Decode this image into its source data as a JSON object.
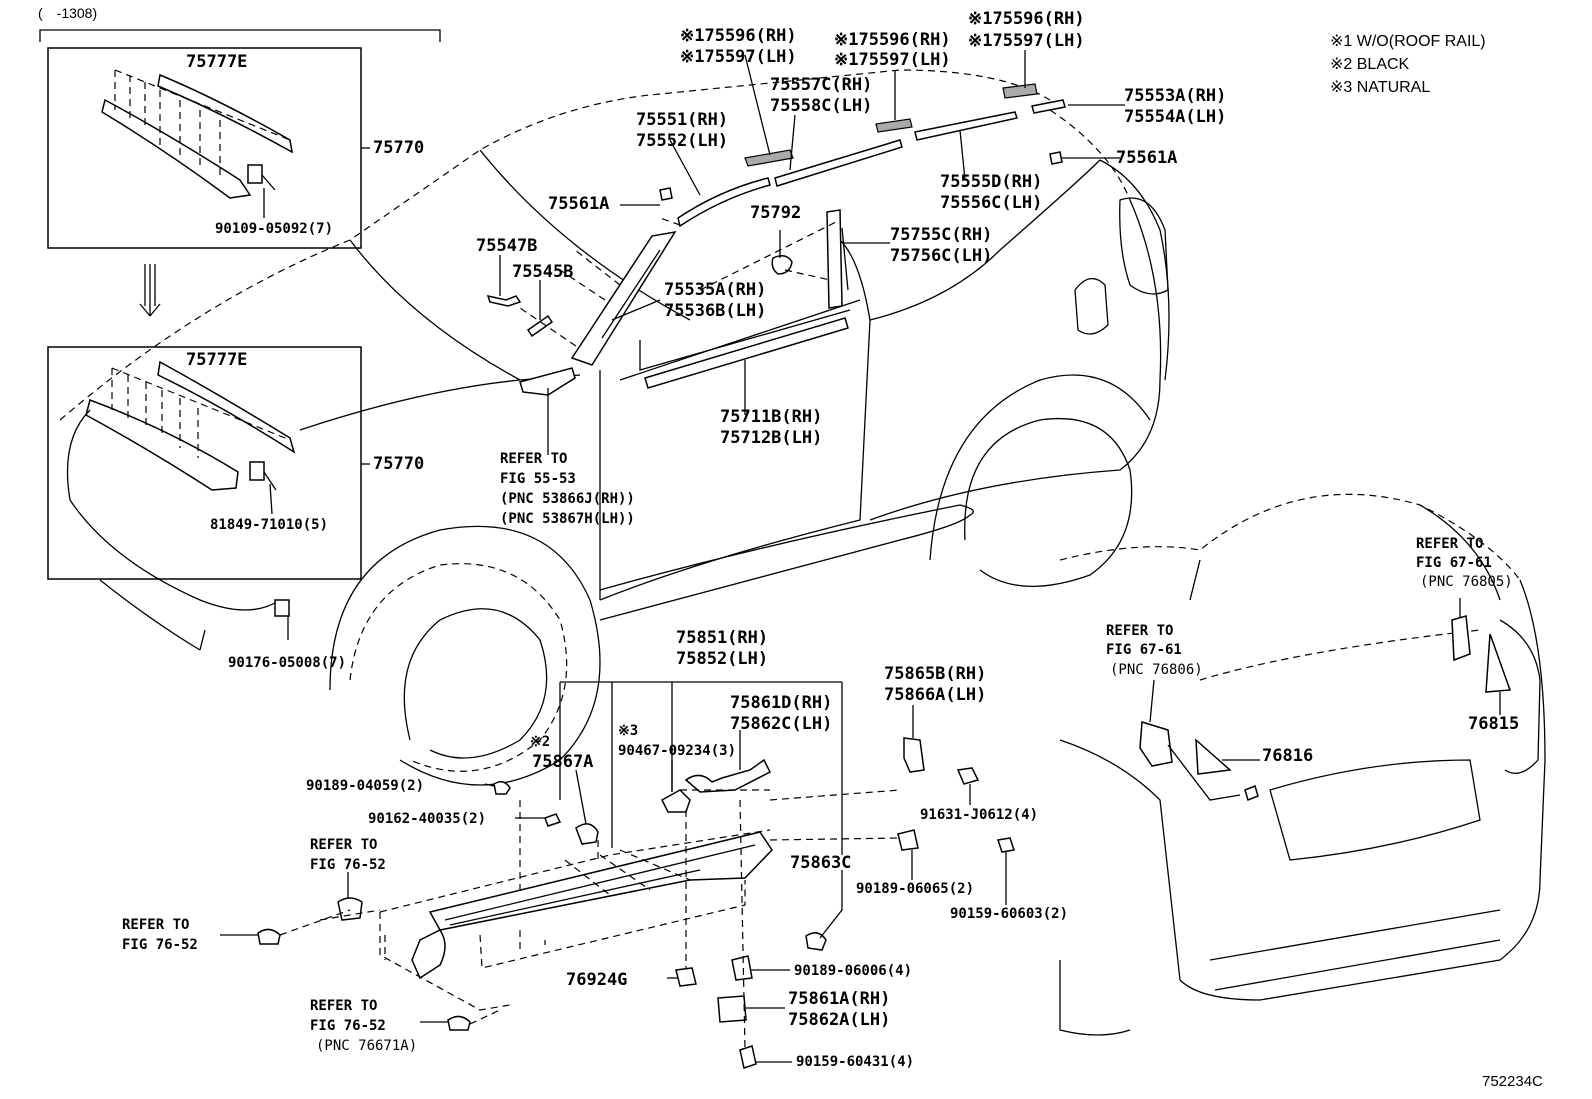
{
  "header": {
    "range": "(　-1308)"
  },
  "notes": [
    "※1 W/O(ROOF RAIL)",
    "※2 BLACK",
    "※3 NATURAL"
  ],
  "footer": {
    "illustration_code": "752234C"
  },
  "labels": {
    "l_75777E_a": "75777E",
    "l_75770_a": "75770",
    "l_90109": "90109-05092(7)",
    "l_75777E_b": "75777E",
    "l_75770_b": "75770",
    "l_81849": "81849-71010(5)",
    "l_90176": "90176-05008(7)",
    "l_75596_1": "※175596(RH)",
    "l_75597_1": "※175597(LH)",
    "l_75596_2": "※175596(RH)",
    "l_75597_2": "※175597(LH)",
    "l_75596_3": "※175596(RH)",
    "l_75597_3": "※175597(LH)",
    "l_75557C": "75557C(RH)",
    "l_75558C": "75558C(LH)",
    "l_75551": "75551(RH)",
    "l_75552": "75552(LH)",
    "l_75553A": "75553A(RH)",
    "l_75554A": "75554A(LH)",
    "l_75561A_a": "75561A",
    "l_75561A_b": "75561A",
    "l_75555D": "75555D(RH)",
    "l_75556C": "75556C(LH)",
    "l_75792": "75792",
    "l_75755C": "75755C(RH)",
    "l_75756C": "75756C(LH)",
    "l_75547B": "75547B",
    "l_75545B": "75545B",
    "l_75535A": "75535A(RH)",
    "l_75536B": "75536B(LH)",
    "l_75711B": "75711B(RH)",
    "l_75712B": "75712B(LH)",
    "l_refer55_1": "REFER TO",
    "l_refer55_2": "FIG 55-53",
    "l_refer55_3": "(PNC 53866J(RH))",
    "l_refer55_4": "(PNC 53867H(LH))",
    "l_75851": "75851(RH)",
    "l_75852": "75852(LH)",
    "l_75861D": "75861D(RH)",
    "l_75862C": "75862C(LH)",
    "l_note3": "※3",
    "l_90467": "90467-09234(3)",
    "l_note2": "※2",
    "l_75867A": "75867A",
    "l_90189_04059": "90189-04059(2)",
    "l_90162": "90162-40035(2)",
    "l_75865B": "75865B(RH)",
    "l_75866A": "75866A(LH)",
    "l_91631": "91631-J0612(4)",
    "l_75863C": "75863C",
    "l_90189_06065": "90189-06065(2)",
    "l_90159_60603": "90159-60603(2)",
    "l_refer7652a_1": "REFER TO",
    "l_refer7652a_2": "FIG 76-52",
    "l_refer7652b_1": "REFER TO",
    "l_refer7652b_2": "FIG 76-52",
    "l_refer7652c_1": "REFER TO",
    "l_refer7652c_2": "FIG 76-52",
    "l_refer7652c_3": "(PNC 76671A)",
    "l_76924G": "76924G",
    "l_90189_06006": "90189-06006(4)",
    "l_75861A": "75861A(RH)",
    "l_75862A": "75862A(LH)",
    "l_90159_60431": "90159-60431(4)",
    "l_refer6761a_1": "REFER TO",
    "l_refer6761a_2": "FIG 67-61",
    "l_refer6761a_3": "(PNC 76806)",
    "l_refer6761b_1": "REFER TO",
    "l_refer6761b_2": "FIG 67-61",
    "l_refer6761b_3": "(PNC 76805)",
    "l_76816": "76816",
    "l_76815": "76815"
  }
}
